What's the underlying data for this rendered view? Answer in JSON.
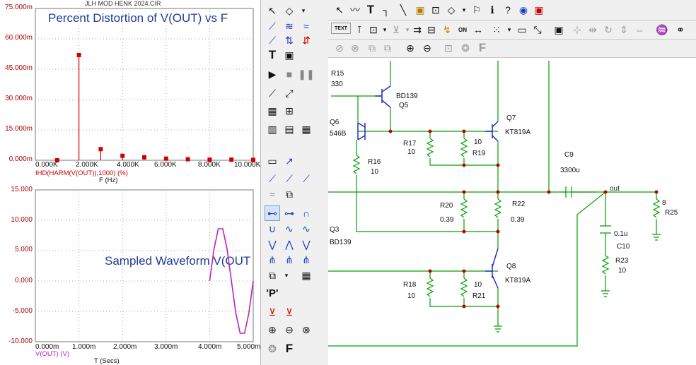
{
  "plot": {
    "window_title": "JLH MOD HENK 2024.CIR",
    "top": {
      "title": "Percent Distortion of V(OUT) vs F",
      "y_ticks": [
        "75.000m",
        "60.000m",
        "45.000m",
        "30.000m",
        "15.000m",
        "0.000m"
      ],
      "x_ticks": [
        "0.000K",
        "2.000K",
        "4.000K",
        "6.000K",
        "8.000K",
        "10.000K"
      ],
      "trace_label": "IHD(HARM(V(OUT)),1000) (%)",
      "x_title": "F (Hz)",
      "trace_color": "#d00000"
    },
    "bottom": {
      "title": "Sampled Waveform  V(OUT",
      "y_ticks": [
        "15.000",
        "10.000",
        "5.000",
        "0.000",
        "-5.000",
        "-10.000"
      ],
      "x_ticks": [
        "0.000m",
        "1.000m",
        "2.000m",
        "3.000m",
        "4.000m",
        "5.000m"
      ],
      "trace_label": "V(OUT) (V)",
      "x_title": "T (Secs)",
      "trace_color": "#c020c0"
    }
  },
  "chart_data": [
    {
      "type": "scatter",
      "title": "Percent Distortion of V(OUT) vs F",
      "xlabel": "F (Hz)",
      "ylabel": "IHD(HARM(V(OUT)),1000) (%)",
      "xlim": [
        0,
        10000
      ],
      "ylim": [
        0,
        0.075
      ],
      "series": [
        {
          "name": "IHD(HARM(V(OUT)),1000) (%)",
          "x": [
            1000,
            2000,
            3000,
            4000,
            5000,
            6000,
            7000,
            8000,
            9000,
            10000
          ],
          "y": [
            0.0,
            0.052,
            0.0055,
            0.0022,
            0.0015,
            0.0008,
            0.0005,
            0.0003,
            0.0003,
            0.0002
          ]
        }
      ]
    },
    {
      "type": "line",
      "title": "Sampled Waveform  V(OUT",
      "xlabel": "T (Secs)",
      "ylabel": "V(OUT) (V)",
      "xlim": [
        0,
        0.005
      ],
      "ylim": [
        -10,
        15
      ],
      "series": [
        {
          "name": "V(OUT) (V)",
          "x": [
            0.004,
            0.0041,
            0.0042,
            0.0043,
            0.0044,
            0.0045,
            0.0046,
            0.0047,
            0.0048,
            0.0049,
            0.005
          ],
          "y": [
            0.0,
            5.3,
            8.6,
            8.6,
            5.3,
            0.0,
            -5.3,
            -8.6,
            -8.6,
            -5.3,
            0.0
          ]
        }
      ]
    }
  ],
  "tools_strip": {
    "text_tool": "T",
    "probe_tool": "'P'",
    "font_tool": "F"
  },
  "schematic": {
    "toolbar1": {
      "text_btn": "T"
    },
    "toolbar2": {
      "text_btn": "TEXT",
      "on_btn": "ON",
      "font_btn": "F"
    },
    "labels": {
      "r15": "R15",
      "r15v": "330",
      "q5": "BD139",
      "q5n": "Q5",
      "q6a": "Q6",
      "q6b": "546B",
      "r16": "R16",
      "r16v": "10",
      "r17": "R17",
      "r17v": "10",
      "r19": "R19",
      "r19v": "10",
      "q7": "Q7",
      "q7v": "KT819A",
      "c9": "C9",
      "c9v": "3300u",
      "out": "out",
      "r25": "R25",
      "r25v": "8",
      "r20": "R20",
      "r20v": "0.39",
      "r22": "R22",
      "r22v": "0.39",
      "q3": "Q3",
      "q3v": "BD139",
      "c10": "C10",
      "c10v": "0.1u",
      "r23": "R23",
      "r23v": "10",
      "q8": "Q8",
      "q8v": "KT819A",
      "r18": "R18",
      "r18v": "10",
      "r21": "R21",
      "r21v": "10"
    }
  }
}
